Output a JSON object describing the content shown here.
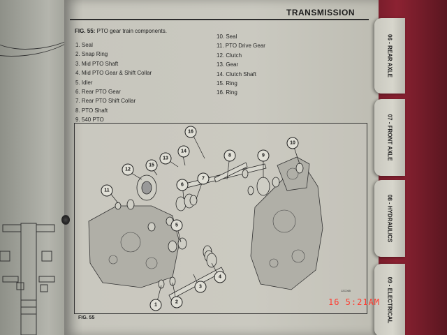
{
  "header": {
    "title": "TRANSMISSION"
  },
  "figure": {
    "caption_prefix": "FIG. 55:",
    "caption_text": "PTO gear train components.",
    "label": "FIG. 55",
    "code": "12C065",
    "parts_left": [
      "1.   Seal",
      "2.   Snap Ring",
      "3.   Mid PTO Shaft",
      "4.   Mid PTO Gear & Shift Collar",
      "5.   Idler",
      "6.   Rear PTO Gear",
      "7.   Rear PTO Shift Collar",
      "8.   PTO Shaft",
      "9.   540 PTO"
    ],
    "parts_right": [
      "10. Seal",
      "11. PTO Drive Gear",
      "12. Clutch",
      "13. Gear",
      "14. Clutch Shaft",
      "15. Ring",
      "16. Ring"
    ],
    "callouts": [
      "1",
      "2",
      "3",
      "4",
      "5",
      "6",
      "7",
      "8",
      "9",
      "10",
      "11",
      "12",
      "13",
      "14",
      "15",
      "16"
    ]
  },
  "tabs": [
    "06 - REAR AXLE",
    "07 - FRONT AXLE",
    "08 - HYDRAULICS",
    "09 - ELECTRICAL"
  ],
  "camera": {
    "timestamp": "16  5:21AM"
  },
  "colors": {
    "page": "#cac9c0",
    "binder": "#8c2232",
    "ink": "#222222",
    "timestamp": "#ff3b2f"
  }
}
